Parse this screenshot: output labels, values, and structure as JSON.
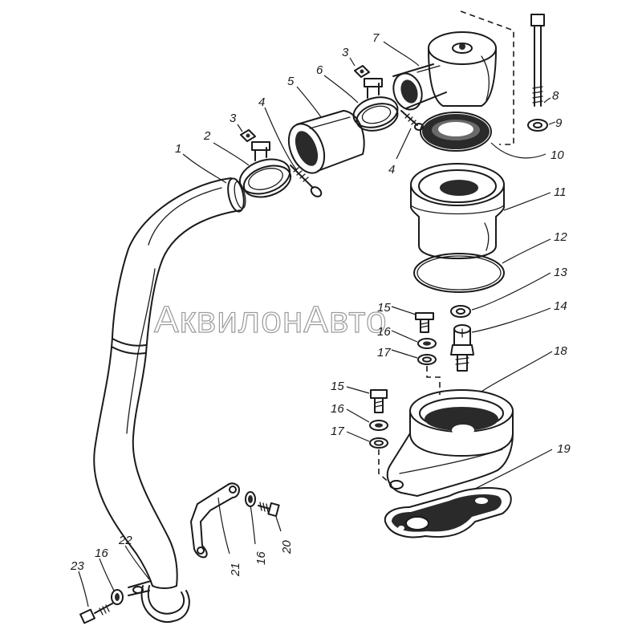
{
  "watermark": "АквилонАвто",
  "callouts": {
    "c1": "1",
    "c2": "2",
    "c3a": "3",
    "c3b": "3",
    "c4a": "4",
    "c4b": "4",
    "c5": "5",
    "c6": "6",
    "c7": "7",
    "c8": "8",
    "c9": "9",
    "c10": "10",
    "c11": "11",
    "c12": "12",
    "c13": "13",
    "c14": "14",
    "c15a": "15",
    "c15b": "15",
    "c16a": "16",
    "c16b": "16",
    "c16c": "16",
    "c16d": "16",
    "c17a": "17",
    "c17b": "17",
    "c18": "18",
    "c19": "19",
    "c20": "20",
    "c21": "21",
    "c22": "22",
    "c23": "23"
  },
  "colors": {
    "line": "#1a1a1a",
    "watermark": "#9a9a9a",
    "background": "#ffffff"
  }
}
